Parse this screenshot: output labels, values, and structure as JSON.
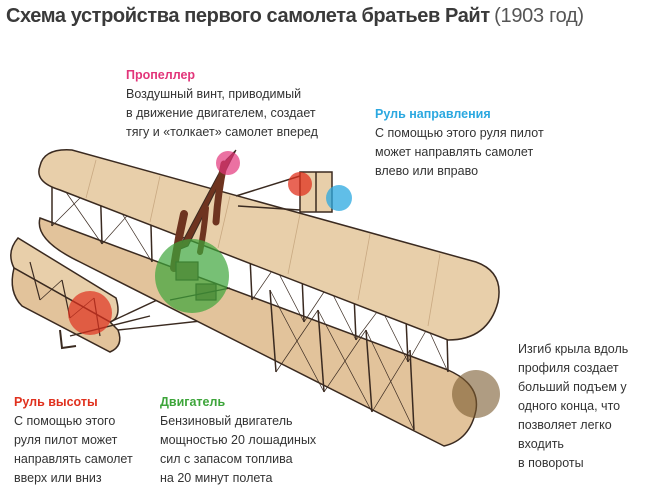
{
  "title": {
    "main": "Схема устройства первого самолета братьев Райт",
    "year": "(1903 год)"
  },
  "colors": {
    "propeller": "#e2357a",
    "rudder": "#2ba8e0",
    "elevator": "#e0311e",
    "engine": "#3da53a",
    "wing_warp": "#7a5a2e",
    "fabric": "#e8cfaa",
    "frame": "#3a2a20",
    "strut": "#7a3a24"
  },
  "callouts": {
    "propeller": {
      "head": "Пропеллер",
      "body": "Воздушный винт, приводимый\nв движение двигателем, создает\nтягу и «толкает» самолет вперед"
    },
    "rudder": {
      "head": "Руль направления",
      "body": "С помощью этого руля пилот\nможет направлять самолет\nвлево или вправо"
    },
    "elevator": {
      "head": "Руль высоты",
      "body": "С помощью этого\nруля пилот может\nнаправлять самолет\nвверх или вниз"
    },
    "engine": {
      "head": "Двигатель",
      "body": "Бензиновый двигатель\nмощностью 20 лошадиных\nсил с запасом топлива\nна 20 минут полета"
    },
    "wing_warp": {
      "body": "Изгиб крыла вдоль\nпрофиля создает\nбольший подъем у\nодного конца, что\nпозволяет легко входить\nв повороты"
    }
  }
}
